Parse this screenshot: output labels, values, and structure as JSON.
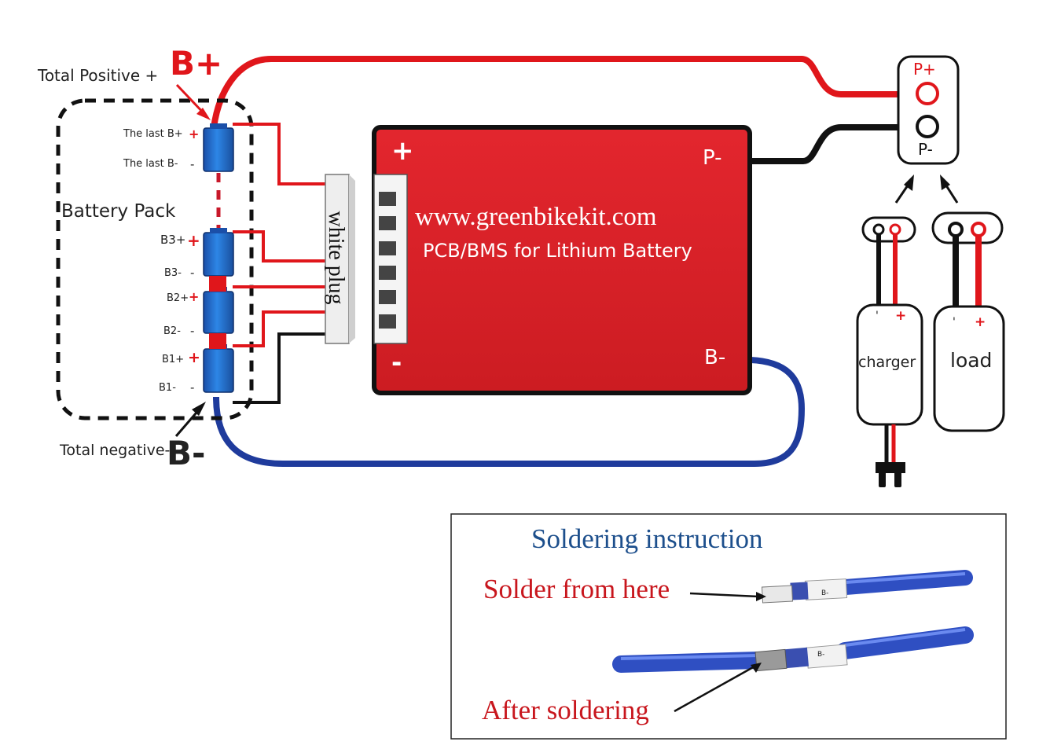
{
  "battery": {
    "total_positive": "Total Positive +",
    "b_plus_big": "B+",
    "pack_label": "Battery Pack",
    "total_negative": "Total negative-",
    "b_minus_big": "B-",
    "cells": {
      "last_b_plus": "The last B+",
      "last_b_minus": "The last B-",
      "b3_plus": "B3+",
      "b3_minus": "B3-",
      "b2_plus": "B2+",
      "b2_minus": "B2-",
      "b1_plus": "B1+",
      "b1_minus": "B1-",
      "plus_sign": "+",
      "minus_sign": "-"
    }
  },
  "plug": {
    "label": "white plug"
  },
  "bms": {
    "plus": "+",
    "minus": "-",
    "p_minus": "P-",
    "b_minus": "B-",
    "website": "www.greenbikekit.com",
    "title": "PCB/BMS for Lithium Battery"
  },
  "port": {
    "p_plus": "P+",
    "p_minus": "P-"
  },
  "charger": {
    "label": "charger",
    "minus": "'",
    "plus": "+"
  },
  "load": {
    "label": "load",
    "minus": "'",
    "plus": "+"
  },
  "solder": {
    "title": "Soldering instruction",
    "from_here": "Solder from here",
    "after": "After soldering",
    "sleeve": "B-"
  },
  "colors": {
    "red_wire": "#e0161b",
    "blue_wire": "#1f3b9c",
    "black_wire": "#111111",
    "board": "#d81f26",
    "cell": "#1f6fd0",
    "title_blue": "#1d4f8c"
  }
}
